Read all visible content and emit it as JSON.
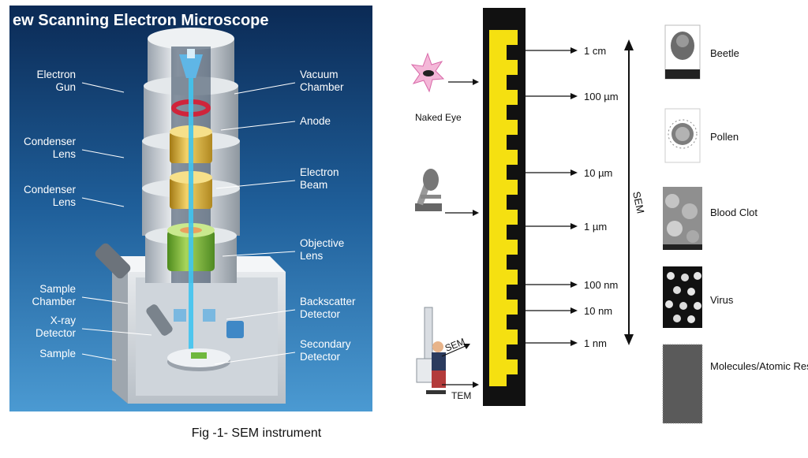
{
  "sem_diagram": {
    "title": "ew Scanning Electron Microscope",
    "left_labels": [
      {
        "id": "electron-gun",
        "text": [
          "Electron",
          "Gun"
        ]
      },
      {
        "id": "condenser-lens-1",
        "text": [
          "Condenser",
          "Lens"
        ]
      },
      {
        "id": "condenser-lens-2",
        "text": [
          "Condenser",
          "Lens"
        ]
      },
      {
        "id": "sample-chamber",
        "text": [
          "Sample",
          "Chamber"
        ]
      },
      {
        "id": "xray-detector",
        "text": [
          "X-ray",
          "Detector"
        ]
      },
      {
        "id": "sample",
        "text": [
          "Sample"
        ]
      }
    ],
    "right_labels": [
      {
        "id": "vacuum-chamber",
        "text": [
          "Vacuum",
          "Chamber"
        ]
      },
      {
        "id": "anode",
        "text": [
          "Anode"
        ]
      },
      {
        "id": "electron-beam",
        "text": [
          "Electron",
          "Beam"
        ]
      },
      {
        "id": "objective-lens",
        "text": [
          "Objective",
          "Lens"
        ]
      },
      {
        "id": "backscatter-detector",
        "text": [
          "Backscatter",
          "Detector"
        ]
      },
      {
        "id": "secondary-detector",
        "text": [
          "Secondary",
          "Detector"
        ]
      }
    ],
    "colors": {
      "background_top": "#0d2f5c",
      "background_bottom": "#3f8fc9",
      "column": "#d9dde2",
      "lens": "#e2b93a",
      "objective": "#7fb93c",
      "beam": "#3fc4f0",
      "label": "#ffffff"
    }
  },
  "scale_chart": {
    "ticks": [
      "1 cm",
      "100 µm",
      "10 µm",
      "1 µm",
      "100 nm",
      "10 nm",
      "1 nm"
    ],
    "instruments": [
      {
        "id": "naked-eye",
        "label": "Naked Eye",
        "icon": "eye-icon"
      },
      {
        "id": "light-microscope",
        "label": "",
        "icon": "microscope-icon"
      },
      {
        "id": "electron-microscope",
        "label": "",
        "icon": "lab-worker-icon",
        "beams": [
          "SEM",
          "TEM"
        ]
      }
    ],
    "range_label": "SEM",
    "examples": [
      {
        "id": "beetle",
        "label": "Beetle"
      },
      {
        "id": "pollen",
        "label": "Pollen"
      },
      {
        "id": "blood-clot",
        "label": "Blood Clot"
      },
      {
        "id": "virus",
        "label": "Virus"
      },
      {
        "id": "molecules",
        "label": "Molecules/Atomic Res"
      }
    ],
    "colors": {
      "ruler_frame": "#111111",
      "ruler_fill": "#f5e011"
    }
  },
  "caption": "Fig -1- SEM instrument"
}
